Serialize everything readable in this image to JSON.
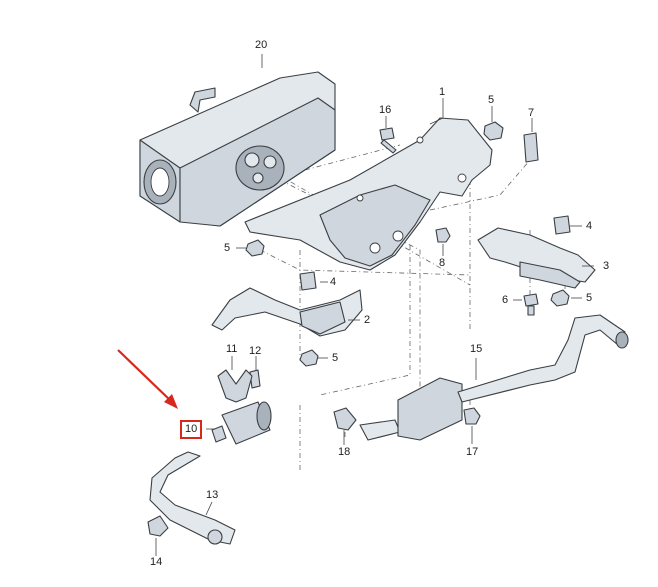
{
  "diagram": {
    "callouts": {
      "p1": "1",
      "p2": "2",
      "p3": "3",
      "p4a": "4",
      "p4b": "4",
      "p5a": "5",
      "p5b": "5",
      "p5c": "5",
      "p5d": "5",
      "p6": "6",
      "p7": "7",
      "p8": "8",
      "p10": "10",
      "p11": "11",
      "p12": "12",
      "p13": "13",
      "p14": "14",
      "p15": "15",
      "p16": "16",
      "p17": "17",
      "p18": "18",
      "p20": "20"
    },
    "highlight": {
      "part": "10",
      "color": "#d8281e"
    },
    "colors": {
      "part_fill": "#cfd6dd",
      "outline": "#3a3f44",
      "arrow": "#d8281e"
    }
  }
}
